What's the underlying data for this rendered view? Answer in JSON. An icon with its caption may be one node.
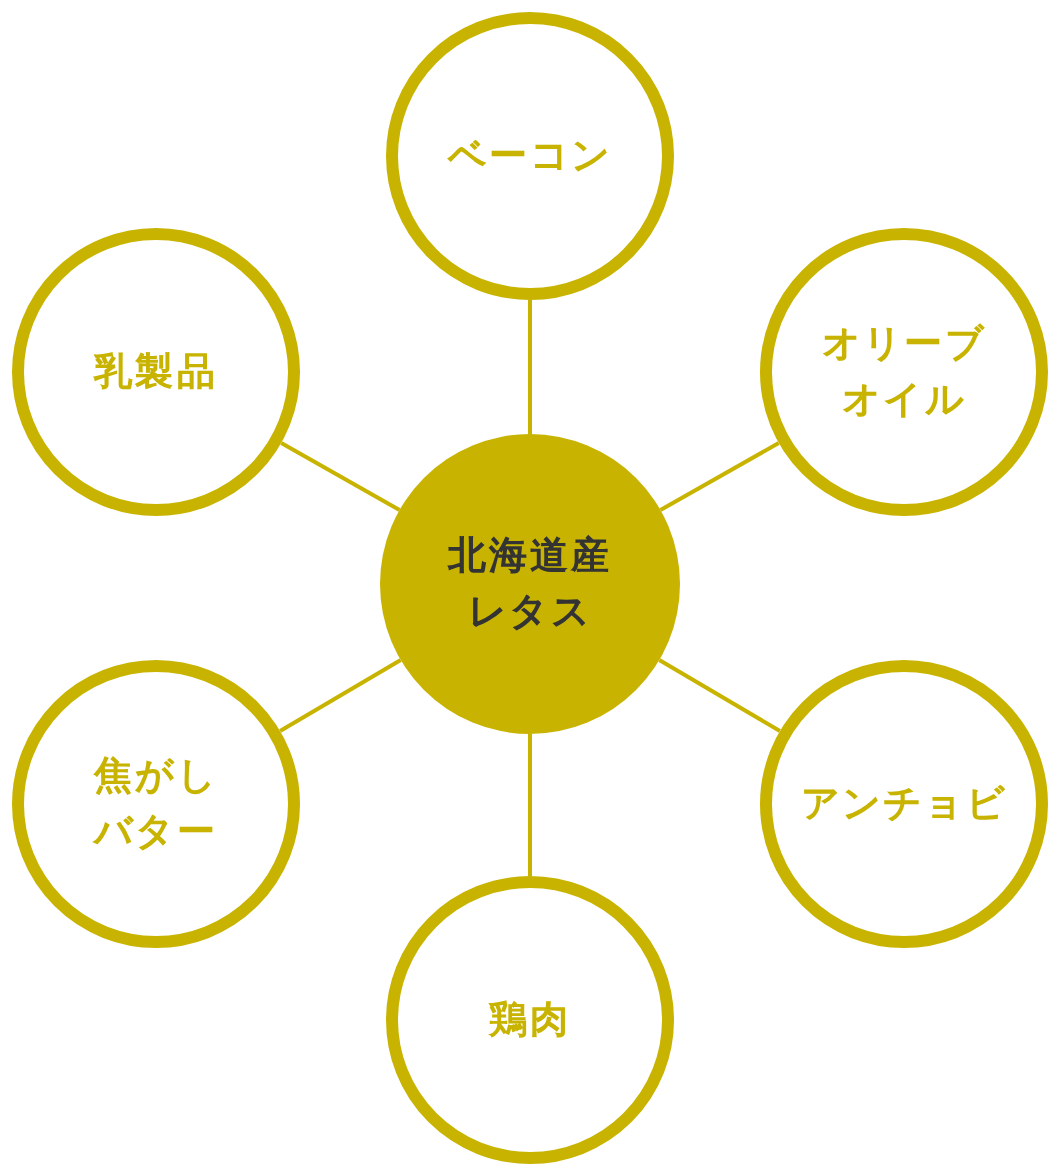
{
  "diagram": {
    "nodes": [
      {
        "text": [
          "北海道産レタス"
        ]
      },
      {
        "text": [
          "ベーコン"
        ]
      },
      {
        "text": [
          "乳製品"
        ]
      },
      {
        "text": [
          "オリーブオイル"
        ]
      },
      {
        "text": [
          "焦がしバター"
        ]
      },
      {
        "text": [
          "アンチョビ"
        ]
      },
      {
        "text": [
          "鶏肉"
        ]
      }
    ],
    "edges": [
      {
        "from": 0,
        "to": 1,
        "arrow": "none"
      },
      {
        "from": 0,
        "to": 2,
        "arrow": "none"
      },
      {
        "from": 0,
        "to": 3,
        "arrow": "none"
      },
      {
        "from": 0,
        "to": 4,
        "arrow": "none"
      },
      {
        "from": 0,
        "to": 5,
        "arrow": "none"
      },
      {
        "from": 0,
        "to": 6,
        "arrow": "none"
      }
    ]
  }
}
